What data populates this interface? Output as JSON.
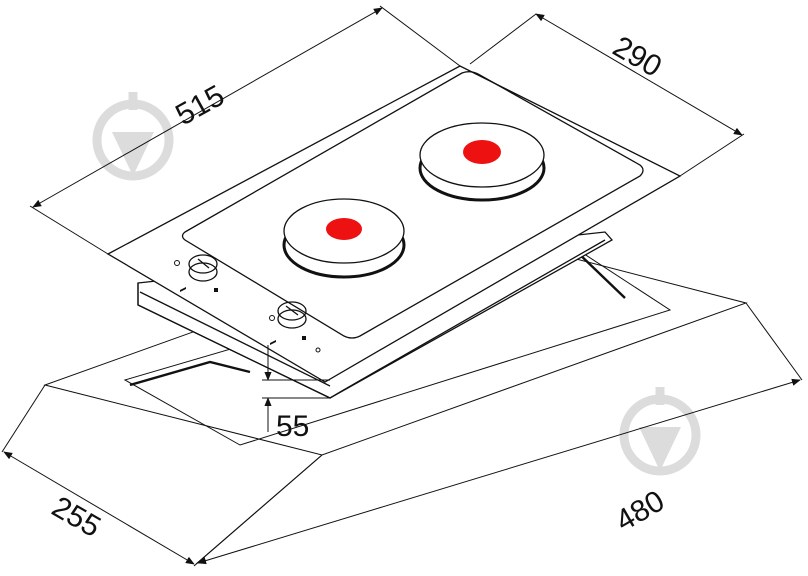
{
  "dimensions": {
    "length": "515",
    "width": "290",
    "depth": "55",
    "cutout_width": "255",
    "cutout_length": "480"
  },
  "colors": {
    "line": "#111111",
    "hotspot": "#ee1111",
    "watermark": "#d8d8d8"
  },
  "icons": [
    "watermark-pin-icon",
    "control-knob-icon"
  ]
}
